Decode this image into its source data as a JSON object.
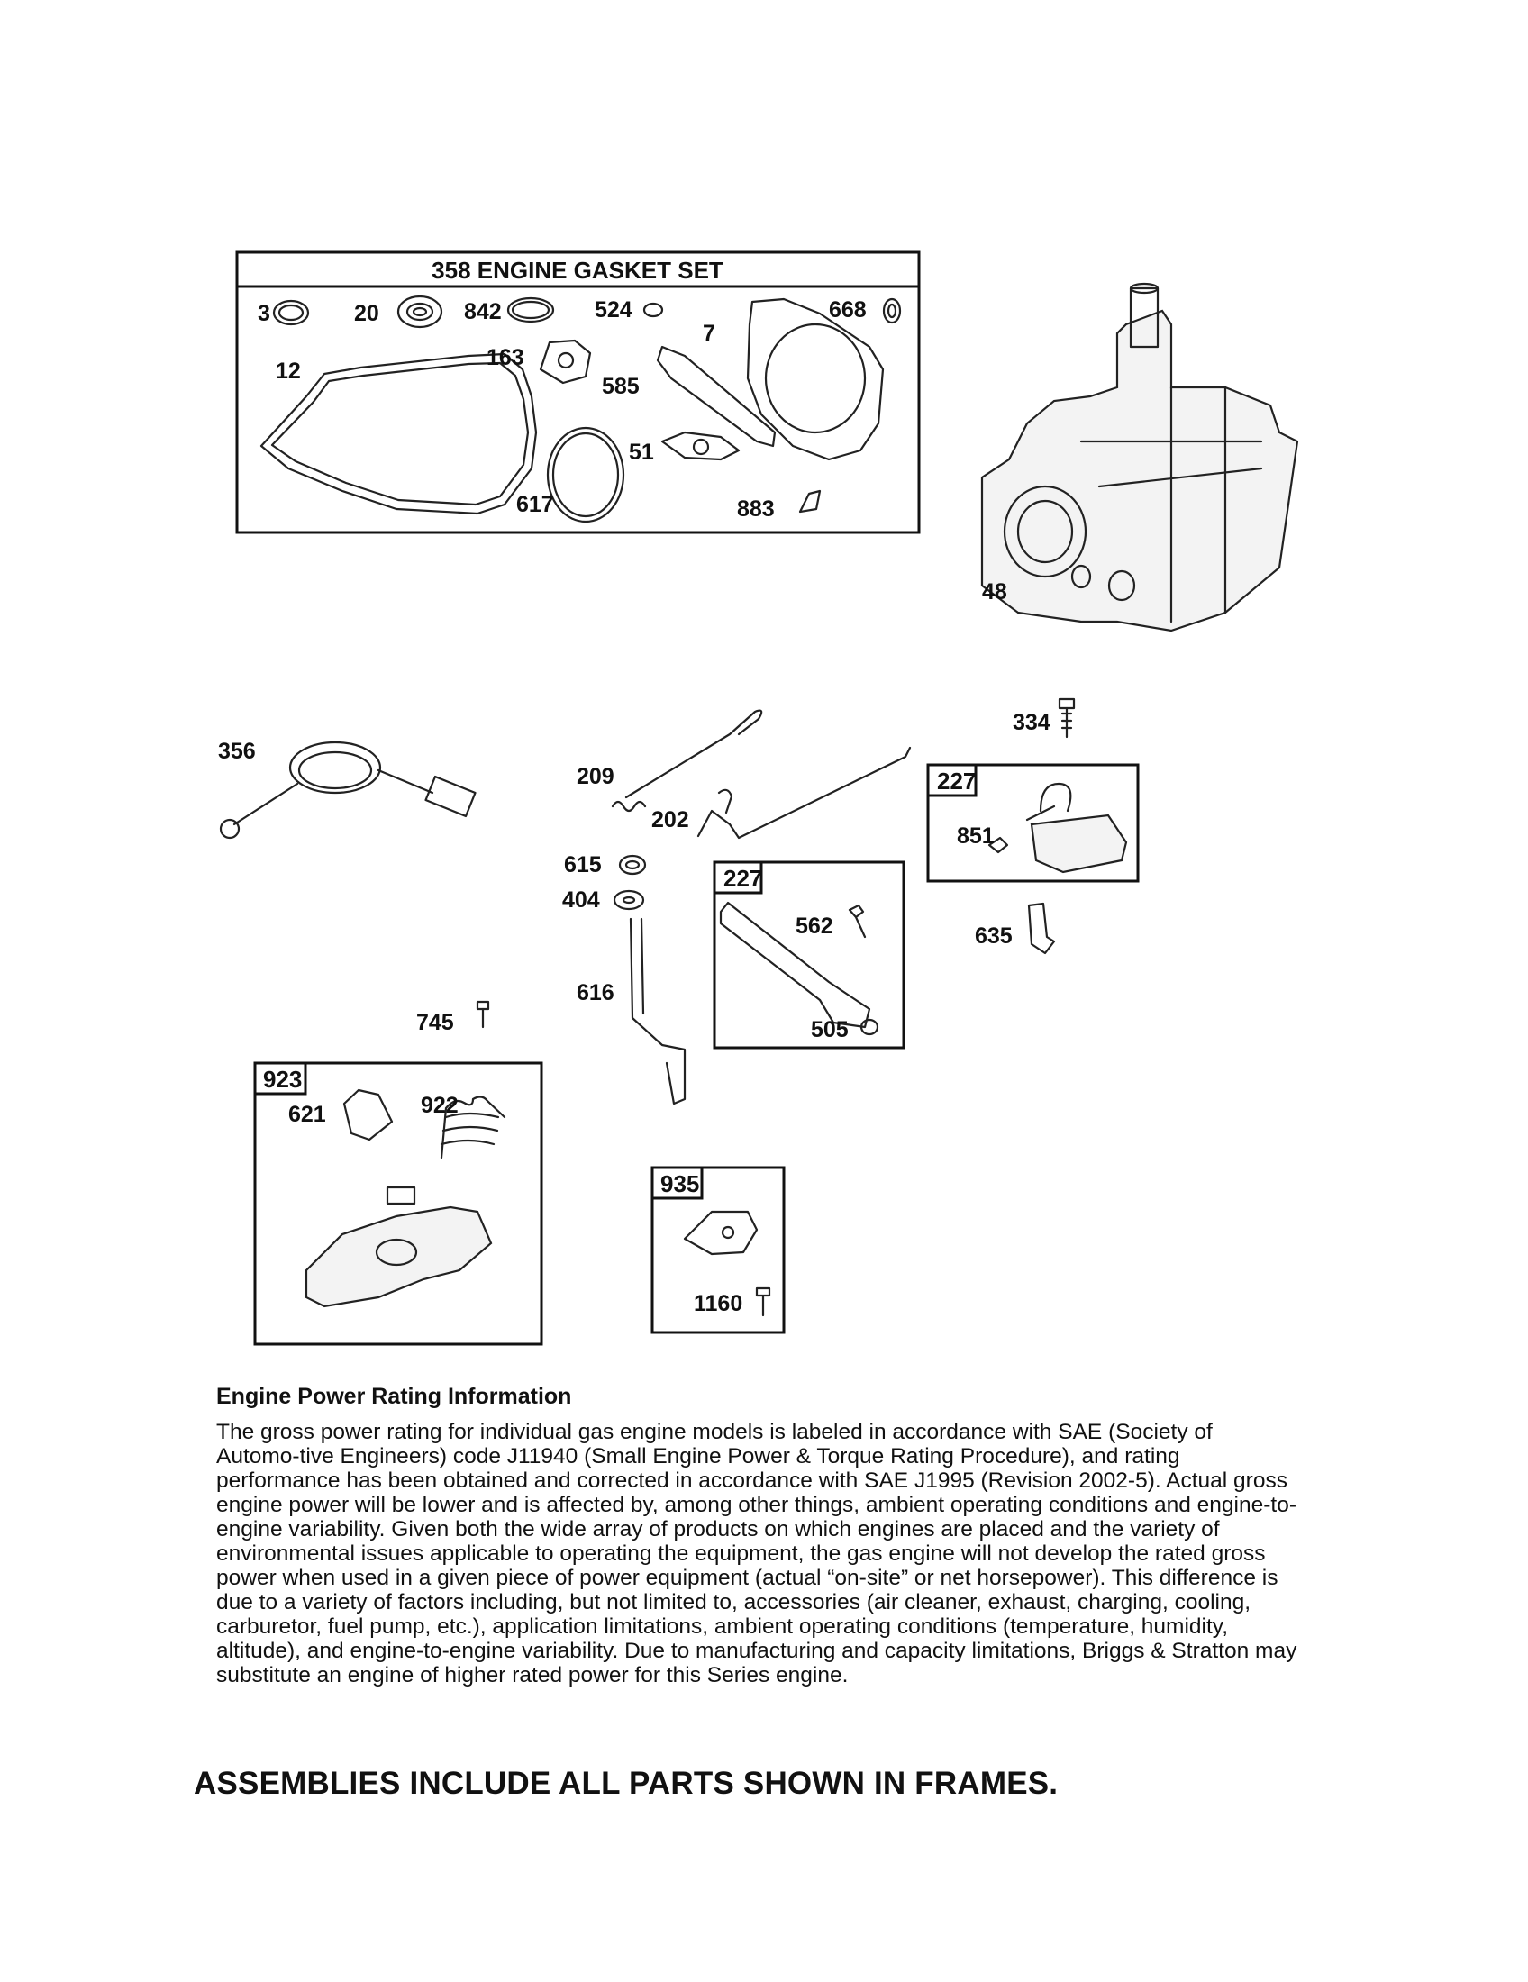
{
  "gasket_set": {
    "title": "358 ENGINE GASKET SET",
    "labels": [
      "3",
      "20",
      "842",
      "524",
      "668",
      "7",
      "12",
      "163",
      "585",
      "51",
      "617",
      "883"
    ]
  },
  "part_labels": {
    "p48": "48",
    "p356": "356",
    "p209": "209",
    "p202": "202",
    "p615": "615",
    "p404": "404",
    "p616": "616",
    "p745": "745",
    "p334": "334",
    "p851": "851",
    "p635": "635",
    "p562": "562",
    "p505": "505",
    "p621": "621",
    "p922": "922",
    "p1160": "1160"
  },
  "frame_labels": {
    "f227a": "227",
    "f227b": "227",
    "f923": "923",
    "f935": "935"
  },
  "info": {
    "title": "Engine Power Rating Information",
    "body": "The gross power rating for individual gas engine models is labeled in accordance with SAE (Society of Automo-tive Engineers) code J11940 (Small Engine Power & Torque Rating Procedure), and rating performance has been obtained and corrected in accordance with SAE J1995 (Revision 2002-5). Actual gross engine power will be lower and is affected by, among other things, ambient operating conditions and engine-to-engine variability. Given both the wide array of products on which engines are placed and the variety of environmental issues applicable to operating the equipment, the gas engine will not develop the rated gross power when used in a given piece of power equipment (actual “on-site” or net horsepower). This difference is due to a variety of factors including, but not limited to, accessories (air cleaner, exhaust, charging, cooling, carburetor, fuel pump, etc.), application limitations, ambient operating conditions (temperature, humidity, altitude), and engine-to-engine variability. Due to manufacturing and capacity limitations, Briggs & Stratton may substitute an engine of higher rated power for this Series engine."
  },
  "footer_note": "ASSEMBLIES INCLUDE ALL PARTS SHOWN IN FRAMES."
}
